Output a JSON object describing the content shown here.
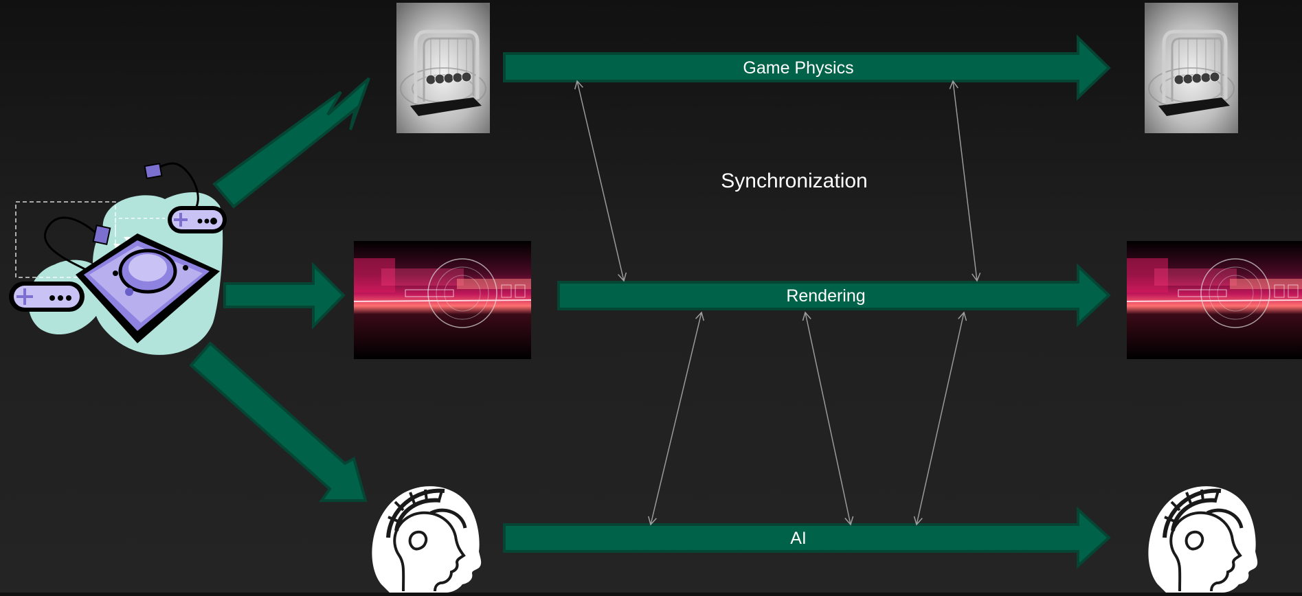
{
  "diagram": {
    "title": "Synchronization",
    "tracks": [
      {
        "id": "physics",
        "label": "Game Physics",
        "icon": "newtons-cradle-photo"
      },
      {
        "id": "rendering",
        "label": "Rendering",
        "icon": "abstract-render-image"
      },
      {
        "id": "ai",
        "label": "AI",
        "icon": "brain-head-icon"
      }
    ],
    "source_icon": "game-console-clipart",
    "colors": {
      "arrow_fill": "#01624a",
      "arrow_stroke": "#054534",
      "sync_line": "#9a9a9a",
      "text": "#ffffff"
    }
  }
}
